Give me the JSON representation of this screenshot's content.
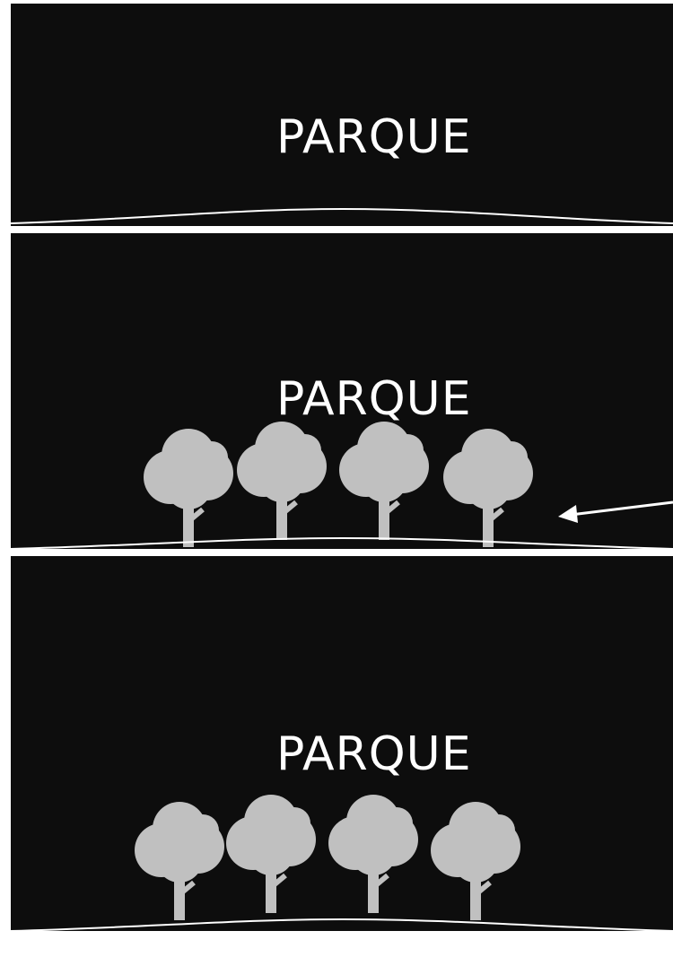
{
  "colors": {
    "background": "#0d0d0d",
    "text": "#ffffff",
    "tree": "#c0c0c0",
    "ground": "#ffffff"
  },
  "panels": [
    {
      "title": "PARQUE",
      "tree_count": 0,
      "has_arrow": false
    },
    {
      "title": "PARQUE",
      "tree_count": 4,
      "has_arrow": true
    },
    {
      "title": "PARQUE",
      "tree_count": 4,
      "has_arrow": false
    }
  ],
  "icons": {
    "tree": "tree-icon",
    "arrow": "arrow-left-icon"
  }
}
